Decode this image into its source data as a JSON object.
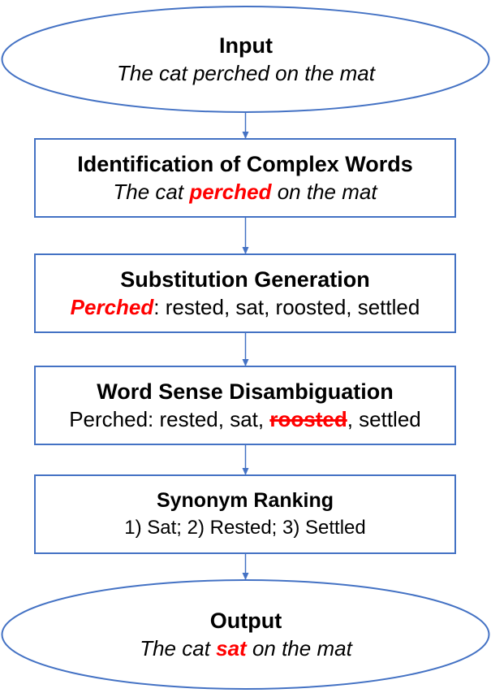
{
  "input": {
    "title": "Input",
    "sentence": "The cat perched on the mat"
  },
  "identification": {
    "title": "Identification of Complex Words",
    "pre": "The cat ",
    "highlight": "perched",
    "post": " on the mat"
  },
  "substitution": {
    "title": "Substitution Generation",
    "word": "Perched",
    "candidates": ": rested, sat, roosted, settled"
  },
  "wsd": {
    "title": "Word Sense Disambiguation",
    "pre": "Perched: rested, sat, ",
    "struck": "roosted",
    "post": ", settled"
  },
  "ranking": {
    "title": "Synonym Ranking",
    "list": "1) Sat; 2) Rested; 3) Settled"
  },
  "output": {
    "title": "Output",
    "pre": "The cat ",
    "highlight": "sat",
    "post": " on the mat"
  },
  "colors": {
    "stroke": "#4472c4",
    "highlight": "#ff0000",
    "text": "#000000"
  }
}
